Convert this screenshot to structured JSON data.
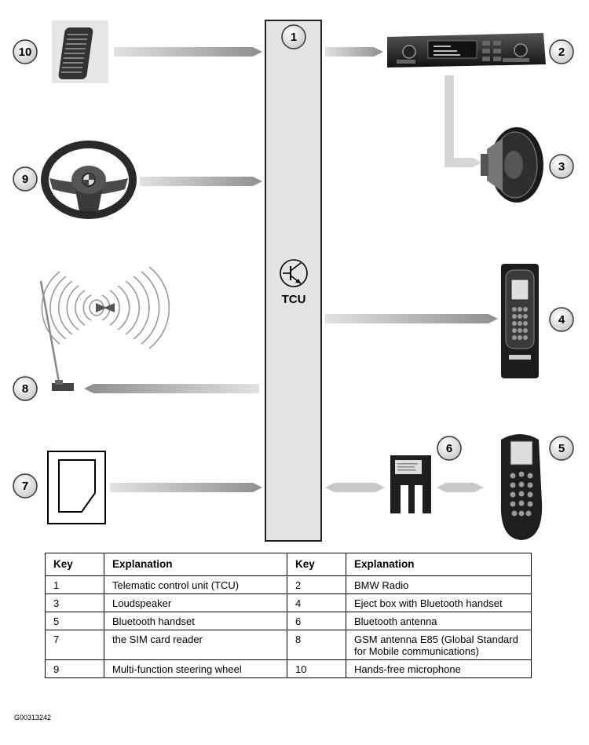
{
  "diagram": {
    "center_unit": {
      "label": "TCU",
      "number": "1"
    },
    "components": [
      {
        "number": "10",
        "icon": "microphone-icon"
      },
      {
        "number": "9",
        "icon": "steering-wheel-icon"
      },
      {
        "number": "8",
        "icon": "gsm-antenna-icon"
      },
      {
        "number": "7",
        "icon": "sim-card-icon"
      },
      {
        "number": "2",
        "icon": "radio-icon"
      },
      {
        "number": "3",
        "icon": "loudspeaker-icon"
      },
      {
        "number": "4",
        "icon": "eject-box-handset-icon"
      },
      {
        "number": "6",
        "icon": "bluetooth-antenna-icon"
      },
      {
        "number": "5",
        "icon": "bluetooth-handset-icon"
      }
    ],
    "transistor_symbol": "transistor-icon"
  },
  "key_table": {
    "headers": [
      "Key",
      "Explanation",
      "Key",
      "Explanation"
    ],
    "rows": [
      [
        "1",
        "Telematic control unit (TCU)",
        "2",
        "BMW Radio"
      ],
      [
        "3",
        "Loudspeaker",
        "4",
        "Eject box with Bluetooth handset"
      ],
      [
        "5",
        "Bluetooth handset",
        "6",
        "Bluetooth antenna"
      ],
      [
        "7",
        "the SIM card reader",
        "8",
        "GSM antenna E85 (Global Standard for Mobile communications)"
      ],
      [
        "9",
        "Multi-function steering wheel",
        "10",
        "Hands-free microphone"
      ]
    ]
  },
  "figure_id": "G00313242"
}
